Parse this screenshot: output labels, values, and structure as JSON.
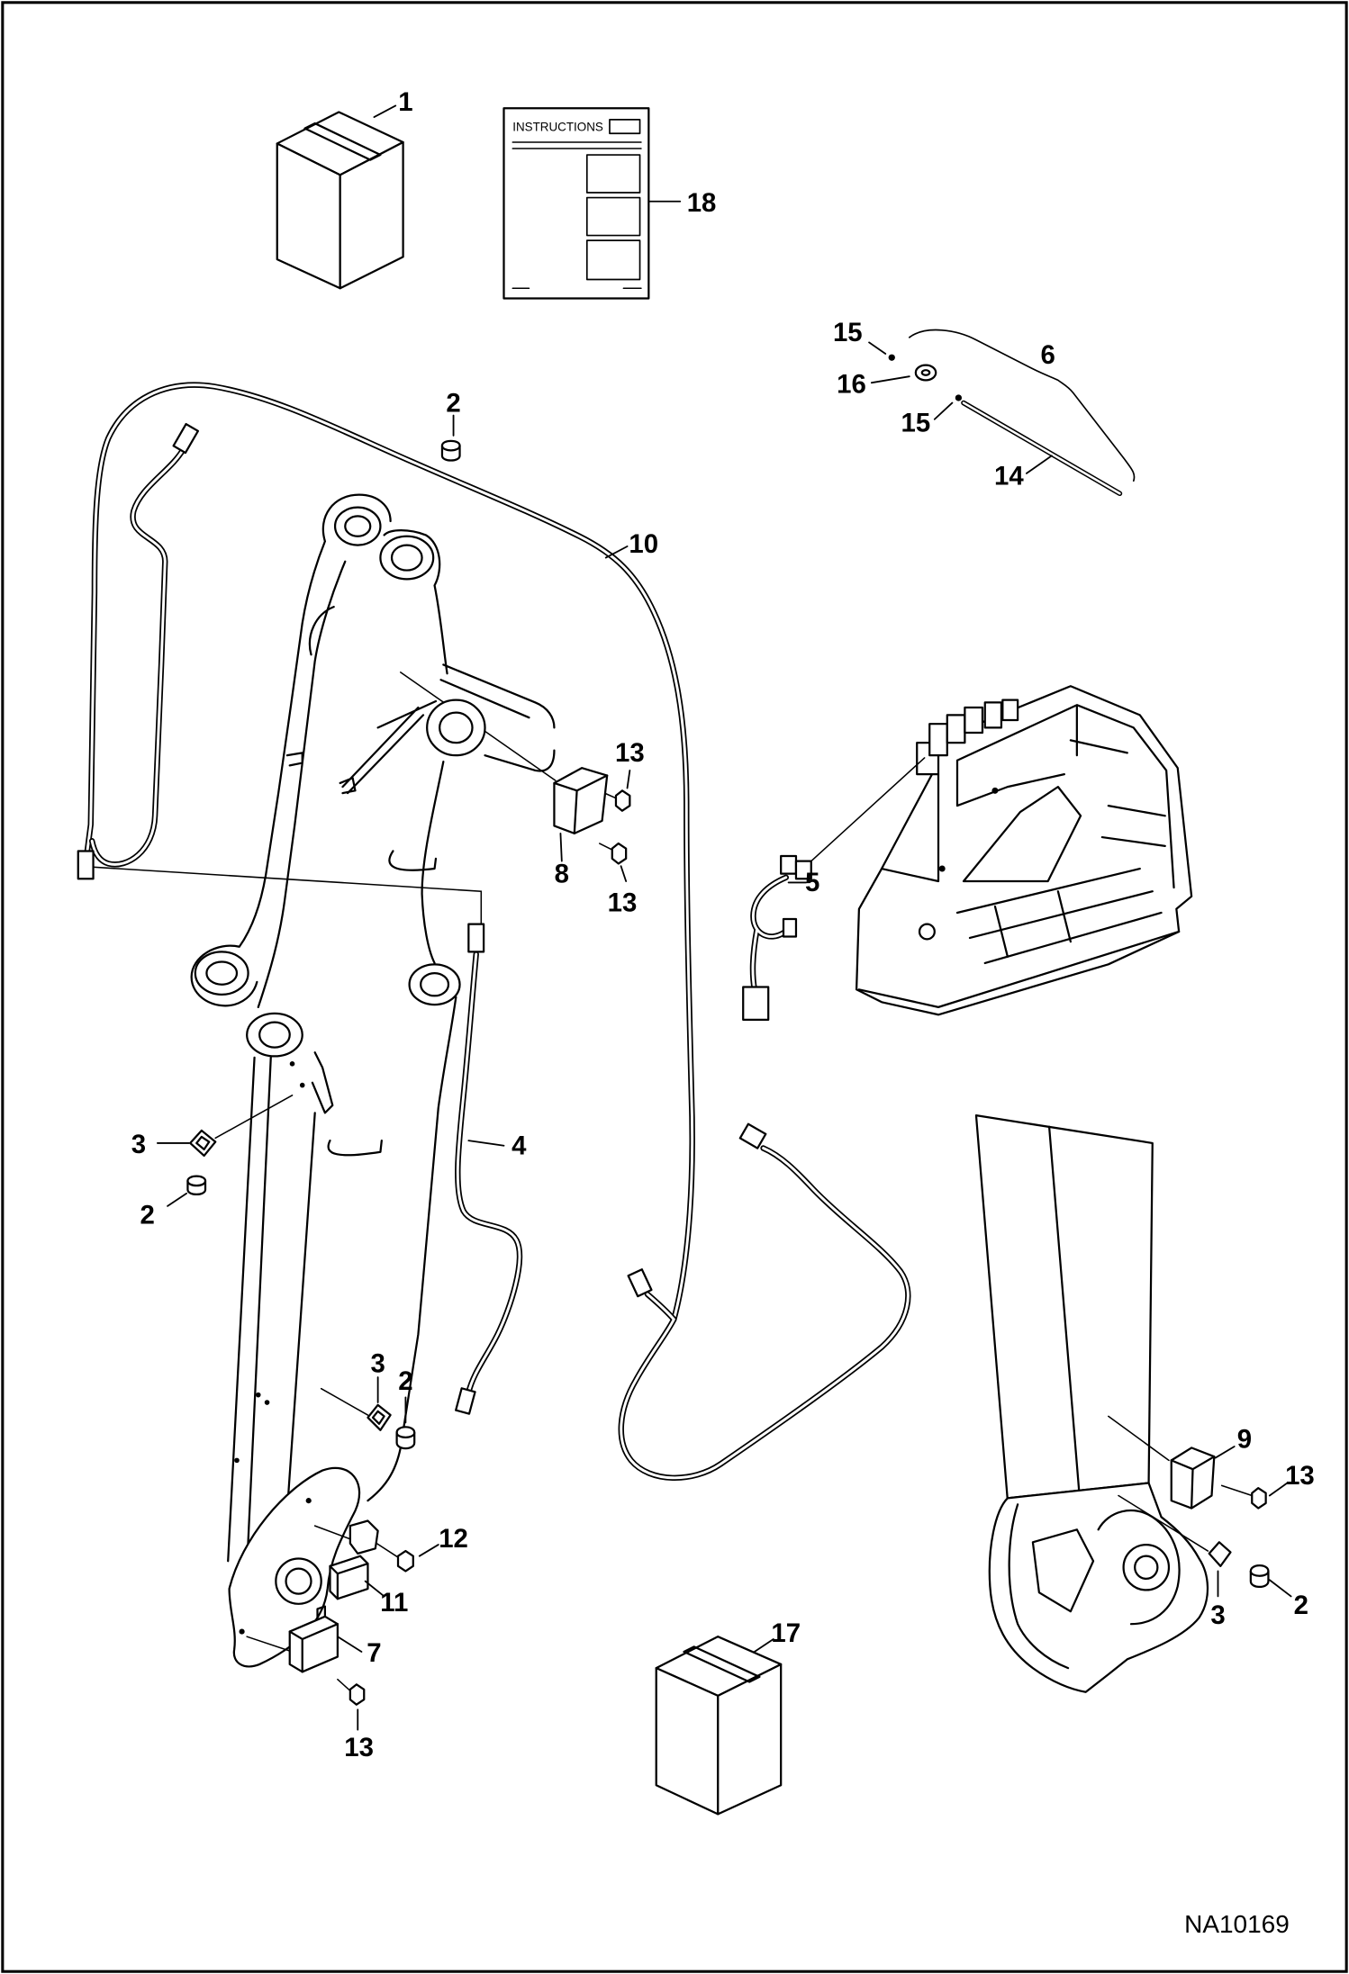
{
  "booklet": {
    "title": "INSTRUCTIONS"
  },
  "callouts": [
    "1",
    "18",
    "15",
    "6",
    "16",
    "15",
    "14",
    "2",
    "10",
    "13",
    "8",
    "13",
    "5",
    "3",
    "4",
    "2",
    "3",
    "2",
    "12",
    "11",
    "7",
    "13",
    "9",
    "13",
    "2",
    "3",
    "17"
  ],
  "drawing_id": "NA10169"
}
